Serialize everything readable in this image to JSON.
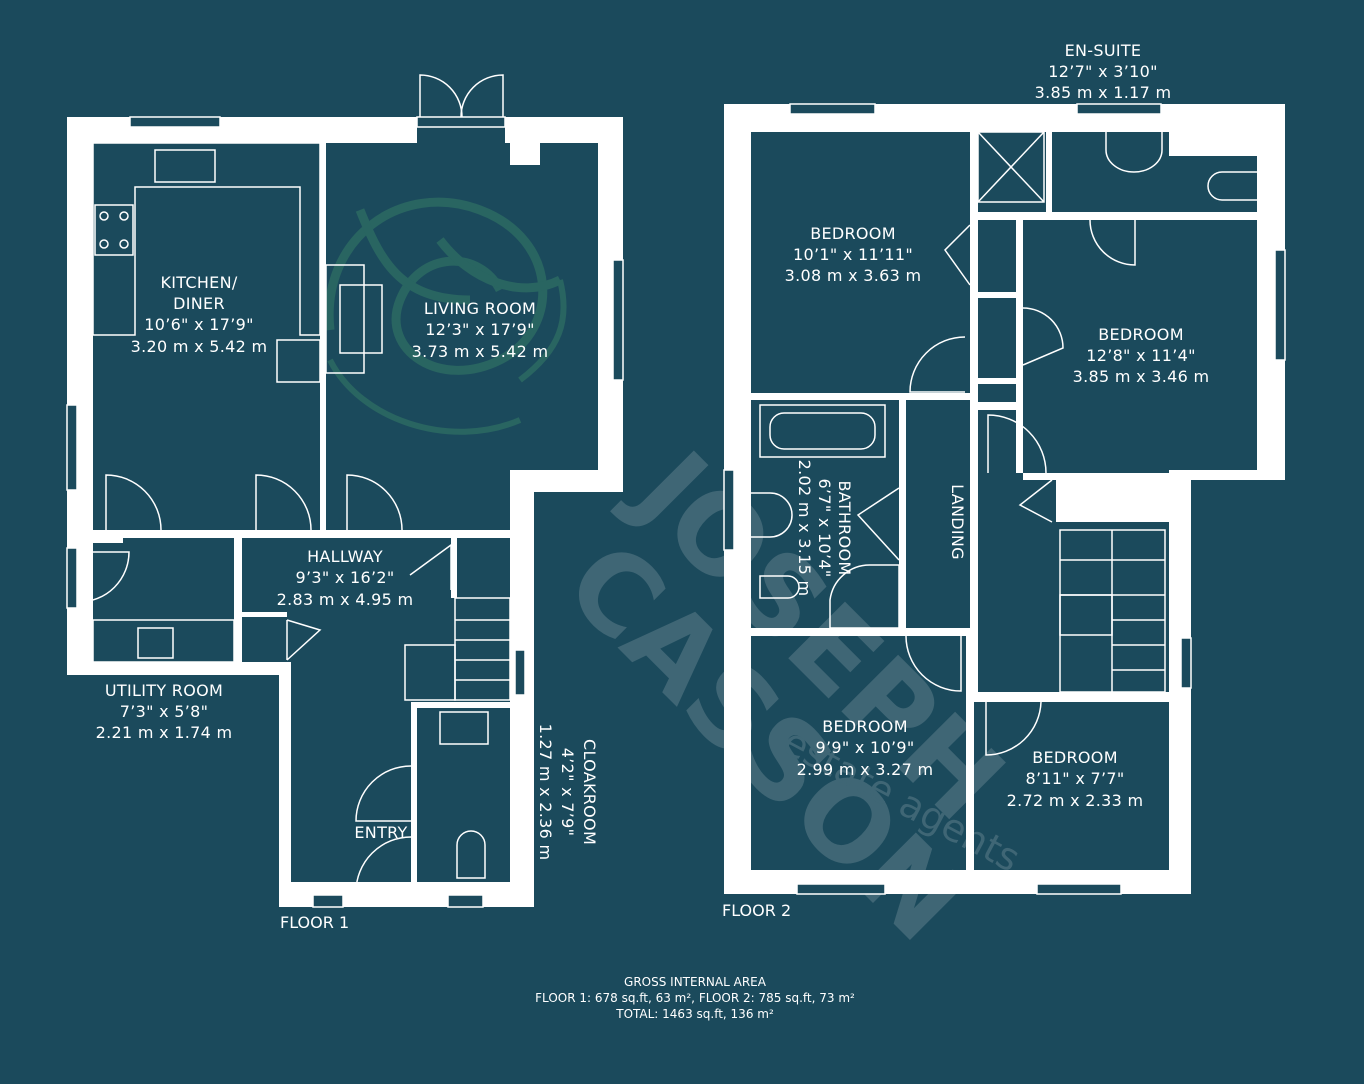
{
  "colors": {
    "background": "#1b4a5c",
    "walls": "#ffffff",
    "watermark": "#3f6675",
    "logo": "#2c6a62"
  },
  "watermark": {
    "line1": "JOSEPH",
    "line2": "CASSON",
    "line3": "estate agents"
  },
  "floor1": {
    "label": "FLOOR 1",
    "rooms": {
      "kitchen": {
        "name1": "KITCHEN/",
        "name2": "DINER",
        "imperial": "10’6\" x 17’9\"",
        "metric": "3.20 m x 5.42 m"
      },
      "living": {
        "name": "LIVING ROOM",
        "imperial": "12’3\" x 17’9\"",
        "metric": "3.73 m x 5.42 m"
      },
      "hallway": {
        "name": "HALLWAY",
        "imperial": "9’3\" x 16’2\"",
        "metric": "2.83 m x 4.95 m"
      },
      "utility": {
        "name": "UTILITY ROOM",
        "imperial": "7’3\" x 5’8\"",
        "metric": "2.21 m x 1.74 m"
      },
      "cloakroom": {
        "name": "CLOAKROOM",
        "imperial": "4’2\" x 7’9\"",
        "metric": "1.27 m x 2.36 m"
      },
      "entry": {
        "name": "ENTRY"
      }
    }
  },
  "floor2": {
    "label": "FLOOR 2",
    "rooms": {
      "ensuite": {
        "name": "EN-SUITE",
        "imperial": "12’7\" x 3’10\"",
        "metric": "3.85 m x 1.17 m"
      },
      "bedroom1": {
        "name": "BEDROOM",
        "imperial": "10’1\" x 11’11\"",
        "metric": "3.08 m x 3.63 m"
      },
      "bedroom2": {
        "name": "BEDROOM",
        "imperial": "12’8\" x 11’4\"",
        "metric": "3.85 m x 3.46 m"
      },
      "bathroom": {
        "name": "BATHROOM",
        "imperial": "6’7\" x 10’4\"",
        "metric": "2.02 m x 3.15 m"
      },
      "landing": {
        "name": "LANDING"
      },
      "bedroom3": {
        "name": "BEDROOM",
        "imperial": "9’9\" x 10’9\"",
        "metric": "2.99 m x 3.27 m"
      },
      "bedroom4": {
        "name": "BEDROOM",
        "imperial": "8’11\" x 7’7\"",
        "metric": "2.72 m x 2.33 m"
      }
    }
  },
  "gross_area": {
    "title": "GROSS INTERNAL AREA",
    "line1": "FLOOR 1: 678 sq.ft, 63 m², FLOOR 2: 785 sq.ft, 73 m²",
    "line2": "TOTAL: 1463 sq.ft, 136 m²"
  }
}
